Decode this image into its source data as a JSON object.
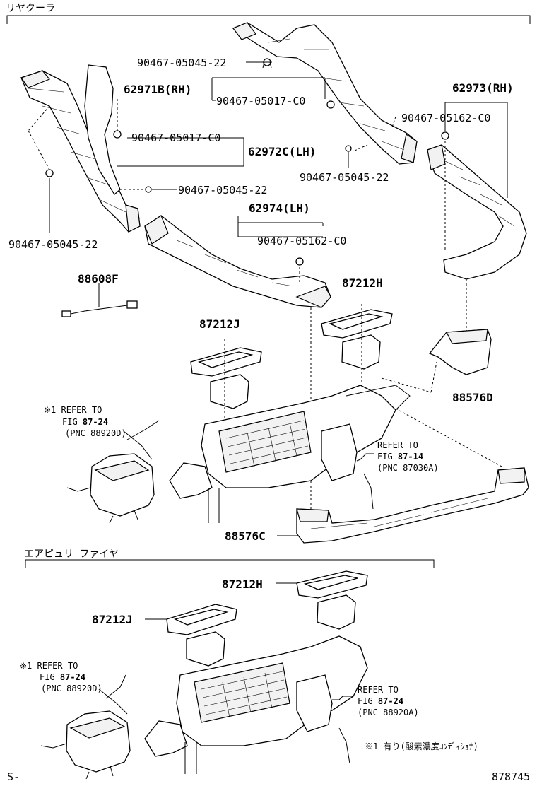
{
  "sections": {
    "rear_cooler": "リヤクーラ",
    "air_purifier": "エアピュリ ファイヤ"
  },
  "parts": {
    "screw_90467_05045_22": "90467-05045-22",
    "clip_90467_05017_c0": "90467-05017-C0",
    "clip_90467_05162_c0": "90467-05162-C0",
    "duct_62971b": "62971B(RH)",
    "duct_62972c": "62972C(LH)",
    "duct_62973": "62973(RH)",
    "duct_62974": "62974(LH)",
    "wire_88608f": "88608F",
    "grille_87212h": "87212H",
    "grille_87212j": "87212J",
    "duct_88576d": "88576D",
    "duct_88576c": "88576C"
  },
  "refs": {
    "ref_a_mark": "※1 REFER TO",
    "ref_a_fig_prefix": "FIG",
    "ref_a_fig": "87-24",
    "ref_a_pnc": "(PNC 88920D)",
    "ref_b_line1": "REFER TO",
    "ref_b_fig_prefix": "FIG",
    "ref_b_fig": "87-14",
    "ref_b_pnc": "(PNC 87030A)",
    "ref_c_mark": "※1 REFER TO",
    "ref_c_fig_prefix": "FIG",
    "ref_c_fig": "87-24",
    "ref_c_pnc": "(PNC 88920D)",
    "ref_d_line1": "REFER TO",
    "ref_d_fig_prefix": "FIG",
    "ref_d_fig": "87-24",
    "ref_d_pnc": "(PNC 88920A)"
  },
  "footnote": "※1 有り(酸素濃度ｺﾝﾃﾞｨｼｮﾅ)",
  "footer": {
    "left": "S-",
    "right": "878745"
  }
}
